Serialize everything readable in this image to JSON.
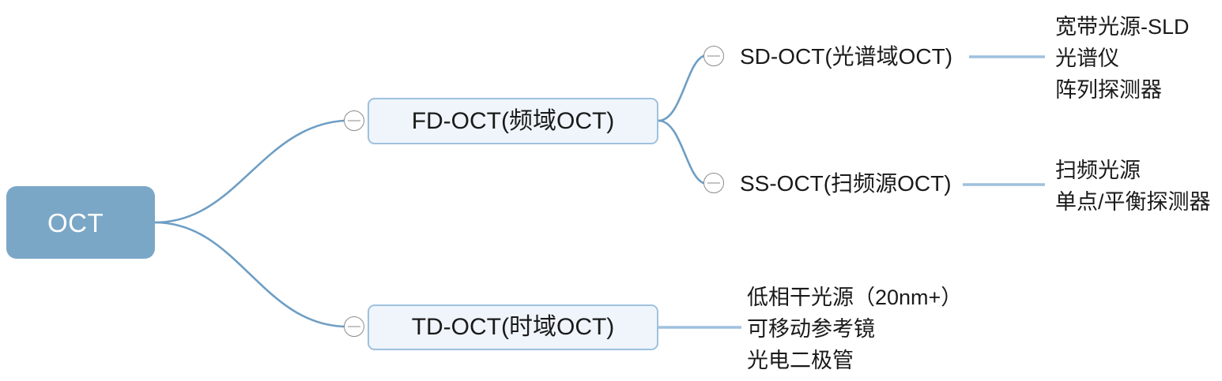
{
  "diagram": {
    "type": "mind-map",
    "colors": {
      "root_fill": "#7BA7C7",
      "root_text": "#ffffff",
      "node_fill": "#EFF5FB",
      "node_border": "#9EC1DE",
      "edge": "#6E9EC4",
      "toggle_stroke": "#8b8b8b",
      "text": "#1a1a1a",
      "background": "#ffffff"
    },
    "root": {
      "label": "OCT"
    },
    "branches": [
      {
        "id": "fd",
        "label": "FD-OCT(频域OCT)",
        "toggle_icon": "minus-circle-icon",
        "children": [
          {
            "id": "sd",
            "label": "SD-OCT(光谱域OCT)",
            "toggle_icon": "minus-circle-icon",
            "leaves": [
              "宽带光源-SLD",
              "光谱仪",
              "阵列探测器"
            ]
          },
          {
            "id": "ss",
            "label": "SS-OCT(扫频源OCT)",
            "toggle_icon": "minus-circle-icon",
            "leaves": [
              "扫频光源",
              "单点/平衡探测器"
            ]
          }
        ]
      },
      {
        "id": "td",
        "label": "TD-OCT(时域OCT)",
        "toggle_icon": "minus-circle-icon",
        "leaves": [
          "低相干光源（20nm+）",
          "可移动参考镜",
          "光电二极管"
        ]
      }
    ]
  }
}
